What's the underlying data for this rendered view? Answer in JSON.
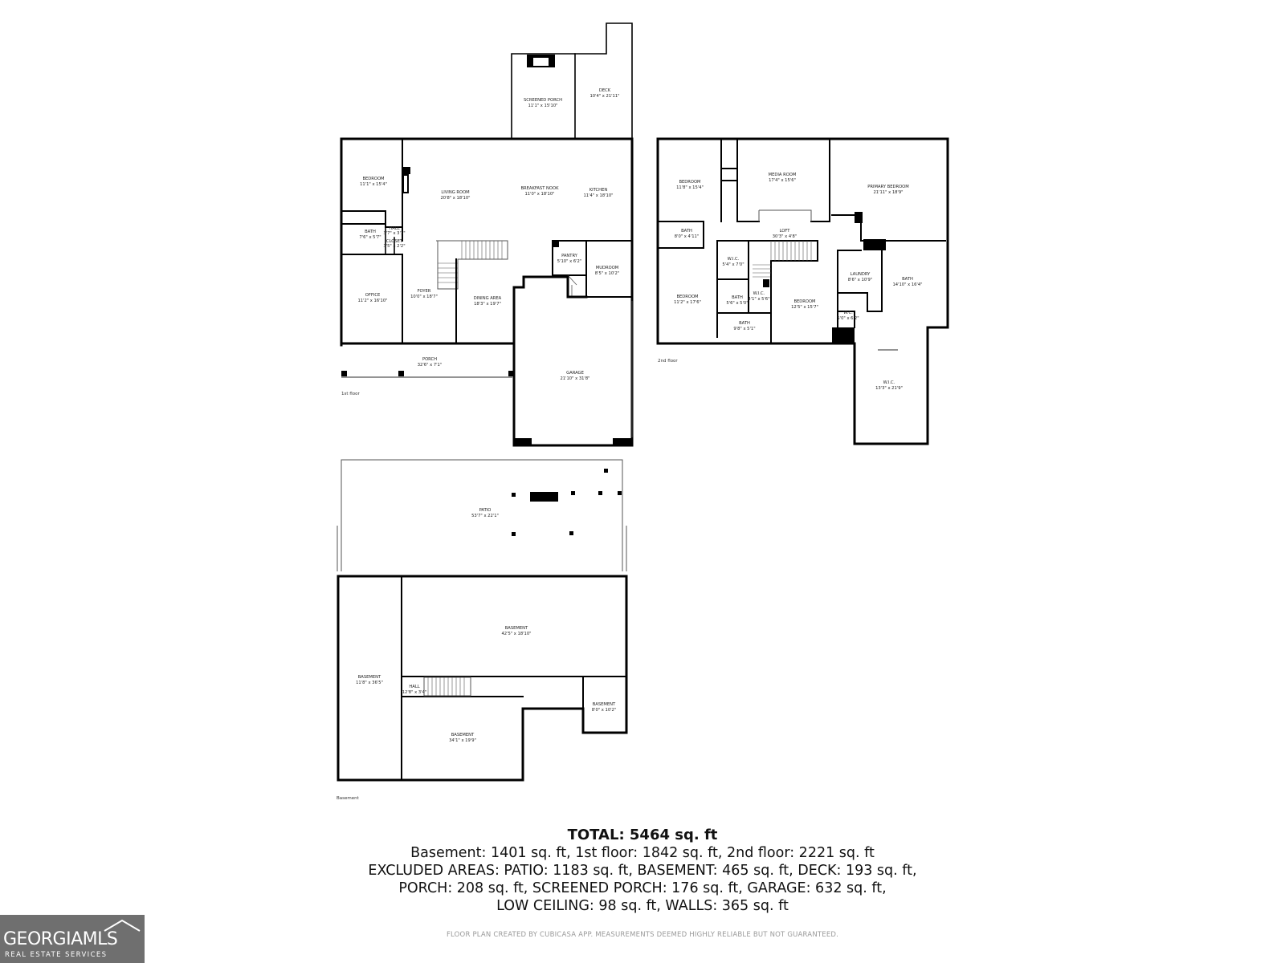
{
  "floors": {
    "first": "1st floor",
    "second": "2nd floor",
    "basement": "Basement"
  },
  "rooms": {
    "screened_porch": {
      "name": "SCREENED PORCH",
      "dim": "11'1\" x 15'10\""
    },
    "deck": {
      "name": "DECK",
      "dim": "10'4\" x 21'11\""
    },
    "bedroom_1f": {
      "name": "BEDROOM",
      "dim": "11'1\" x 15'4\""
    },
    "living_room": {
      "name": "LIVING ROOM",
      "dim": "20'8\" x 18'10\""
    },
    "breakfast_nook": {
      "name": "BREAKFAST NOOK",
      "dim": "11'0\" x 18'10\""
    },
    "kitchen": {
      "name": "KITCHEN",
      "dim": "11'4\" x 18'10\""
    },
    "bath_1f": {
      "name": "BATH",
      "dim": "7'6\" x 5'7\""
    },
    "hall_1f": {
      "name": "HALL",
      "dim": "3'7\" x 3'1\""
    },
    "closet_1f": {
      "name": "CLOSET",
      "dim": "3'5\" x 2'2\""
    },
    "pantry": {
      "name": "PANTRY",
      "dim": "5'10\" x 6'2\""
    },
    "mudroom": {
      "name": "MUDROOM",
      "dim": "8'5\" x 10'2\""
    },
    "office": {
      "name": "OFFICE",
      "dim": "11'2\" x 16'10\""
    },
    "foyer": {
      "name": "FOYER",
      "dim": "10'0\" x 18'7\""
    },
    "dining_area": {
      "name": "DINING AREA",
      "dim": "18'3\" x 19'7\""
    },
    "porch": {
      "name": "PORCH",
      "dim": "32'6\" x 7'1\""
    },
    "garage": {
      "name": "GARAGE",
      "dim": "21'10\" x 31'8\""
    },
    "bedroom_2f_a": {
      "name": "BEDROOM",
      "dim": "11'8\" x 15'4\""
    },
    "media_room": {
      "name": "MEDIA ROOM",
      "dim": "17'4\" x 15'6\""
    },
    "primary_bedroom": {
      "name": "PRIMARY BEDROOM",
      "dim": "21'11\" x 18'9\""
    },
    "bath_2f_a": {
      "name": "BATH",
      "dim": "8'0\" x 4'11\""
    },
    "loft": {
      "name": "LOFT",
      "dim": "30'3\" x 4'8\""
    },
    "wic_2f_a": {
      "name": "W.I.C.",
      "dim": "5'4\" x 7'0\""
    },
    "laundry": {
      "name": "LAUNDRY",
      "dim": "8'6\" x 10'9\""
    },
    "bath_2f_primary": {
      "name": "BATH",
      "dim": "14'10\" x 16'4\""
    },
    "bedroom_2f_b": {
      "name": "BEDROOM",
      "dim": "11'2\" x 17'6\""
    },
    "bath_2f_b": {
      "name": "BATH",
      "dim": "5'6\" x 5'0\""
    },
    "wic_2f_b": {
      "name": "W.I.C.",
      "dim": "4'1\" x 5'6\""
    },
    "bedroom_2f_c": {
      "name": "BEDROOM",
      "dim": "12'5\" x 15'7\""
    },
    "bath_2f_c": {
      "name": "BATH",
      "dim": "9'8\" x 5'1\""
    },
    "wc_2f": {
      "name": "W.C.",
      "dim": "5'0\" x 6'2\""
    },
    "wic_2f_large": {
      "name": "W.I.C.",
      "dim": "13'3\" x 21'9\""
    },
    "patio": {
      "name": "PATIO",
      "dim": "53'7\" x 22'1\""
    },
    "basement_top": {
      "name": "BASEMENT",
      "dim": "42'5\" x 18'10\""
    },
    "basement_left": {
      "name": "BASEMENT",
      "dim": "11'8\" x 36'5\""
    },
    "hall_bsmt": {
      "name": "HALL",
      "dim": "12'8\" x 3'4\""
    },
    "basement_small": {
      "name": "BASEMENT",
      "dim": "8'0\" x 10'2\""
    },
    "basement_bottom": {
      "name": "BASEMENT",
      "dim": "34'1\" x 19'9\""
    }
  },
  "summary": {
    "total": "TOTAL: 5464 sq. ft",
    "line1": "Basement: 1401 sq. ft, 1st floor: 1842 sq. ft, 2nd floor: 2221 sq. ft",
    "line2": "EXCLUDED AREAS: PATIO: 1183 sq. ft, BASEMENT: 465 sq. ft, DECK: 193 sq. ft,",
    "line3": "PORCH: 208 sq. ft, SCREENED PORCH: 176 sq. ft, GARAGE: 632 sq. ft,",
    "line4": "LOW CEILING: 98 sq. ft, WALLS: 365 sq. ft"
  },
  "disclaimer": "FLOOR PLAN CREATED BY CUBICASA APP. MEASUREMENTS DEEMED HIGHLY RELIABLE BUT NOT GUARANTEED.",
  "logo": {
    "brand": "GEORGIAMLS",
    "sub": "REAL ESTATE SERVICES",
    "color": "#6f6f6f"
  }
}
